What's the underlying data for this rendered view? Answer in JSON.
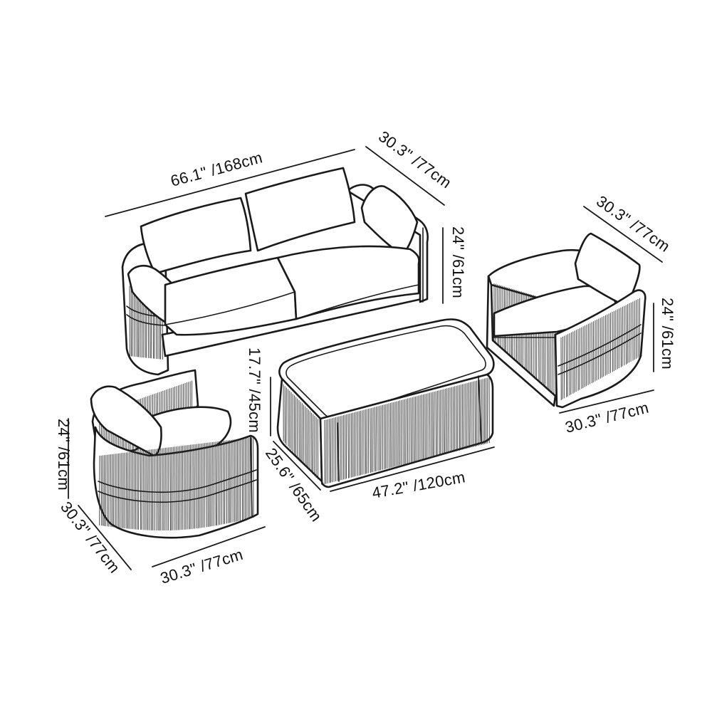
{
  "dimensions": {
    "sofa_width": "66.1\" /168cm",
    "sofa_depth": "30.3\" /77cm",
    "sofa_height": "24\" /61cm",
    "right_chair_depth": "30.3\" /77cm",
    "right_chair_height": "24\" /61cm",
    "right_chair_width": "30.3\" /77cm",
    "table_height": "17.7\" /45cm",
    "table_depth": "25.6\" /65cm",
    "table_width": "47.2\" /120cm",
    "left_chair_height": "24\" /61cm",
    "left_chair_depth": "30.3\" /77cm",
    "left_chair_width": "30.3\" /77cm"
  }
}
